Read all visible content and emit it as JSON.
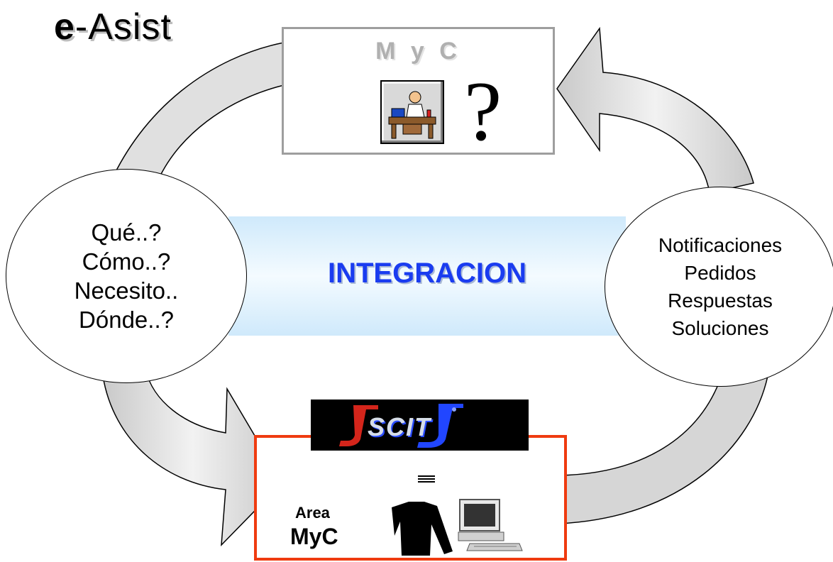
{
  "title": {
    "prefix": "e",
    "rest": "-Asist"
  },
  "myc_box": {
    "title": "M y C",
    "question_mark": "?",
    "icon": "desk-worker-icon"
  },
  "integration": {
    "label": "INTEGRACION"
  },
  "left_bubble": {
    "lines": [
      "Qué..?",
      "Cómo..?",
      "Necesito..",
      "Dónde..?"
    ]
  },
  "right_bubble": {
    "lines": [
      "Notificaciones",
      "Pedidos",
      "Respuestas",
      "Soluciones"
    ]
  },
  "area_box": {
    "logo_text": "SCIT",
    "area_label": "Area",
    "myc_label": "MyC",
    "icons": [
      "person-icon",
      "computer-icon"
    ]
  },
  "colors": {
    "arrow_fill": "#f2f2f2",
    "arrow_stroke": "#000000",
    "integration_text": "#1a3cf0",
    "area_border": "#ef3b10",
    "myc_box_border": "#9e9e9e"
  }
}
